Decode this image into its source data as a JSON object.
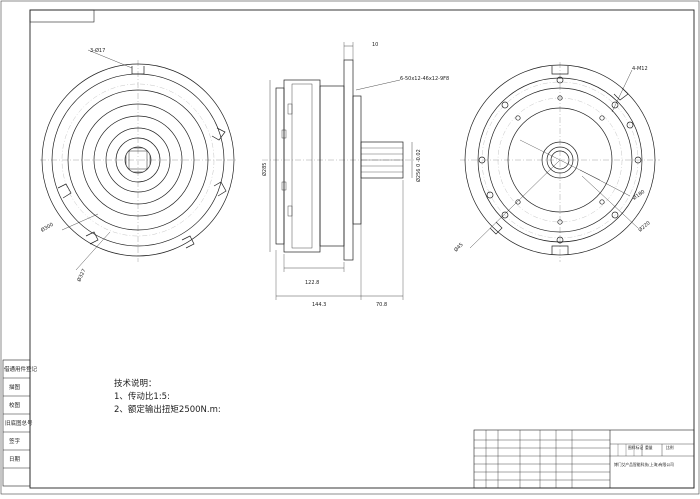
{
  "drawing": {
    "title": "Mechanical drawing of a planetary reducer – front view, side section and rear view",
    "front_view": {
      "labels": {
        "holes": "3-Ø17",
        "outer_dia": "Ø300",
        "pcd": "Ø327"
      }
    },
    "side_view": {
      "labels": {
        "top_width": "10",
        "spline": "6-50x12-46x12-9F8",
        "body_dia": "Ø285",
        "shaft_dia": "Ø256 0 -0.02",
        "len_a": "122.8",
        "len_total": "144.3",
        "len_shaft": "70.8"
      }
    },
    "rear_view": {
      "labels": {
        "holes": "4-M12",
        "pcd_a": "Ø180",
        "pcd_b": "Ø220",
        "dia_c": "Ø45"
      }
    },
    "notes": {
      "heading": "技术说明：",
      "line1": "1、传动比1:5:",
      "line2": "2、额定输出扭矩2500N.m:"
    },
    "left_strip": {
      "items": [
        "借通用件登记",
        "描图",
        "校图",
        "旧底图总号",
        "签字",
        "日期"
      ]
    },
    "title_block": {
      "company": "博门艾产品智能科技(上海)有限公司",
      "field_a": "图样标记",
      "field_b": "重量",
      "field_c": "比例"
    }
  }
}
